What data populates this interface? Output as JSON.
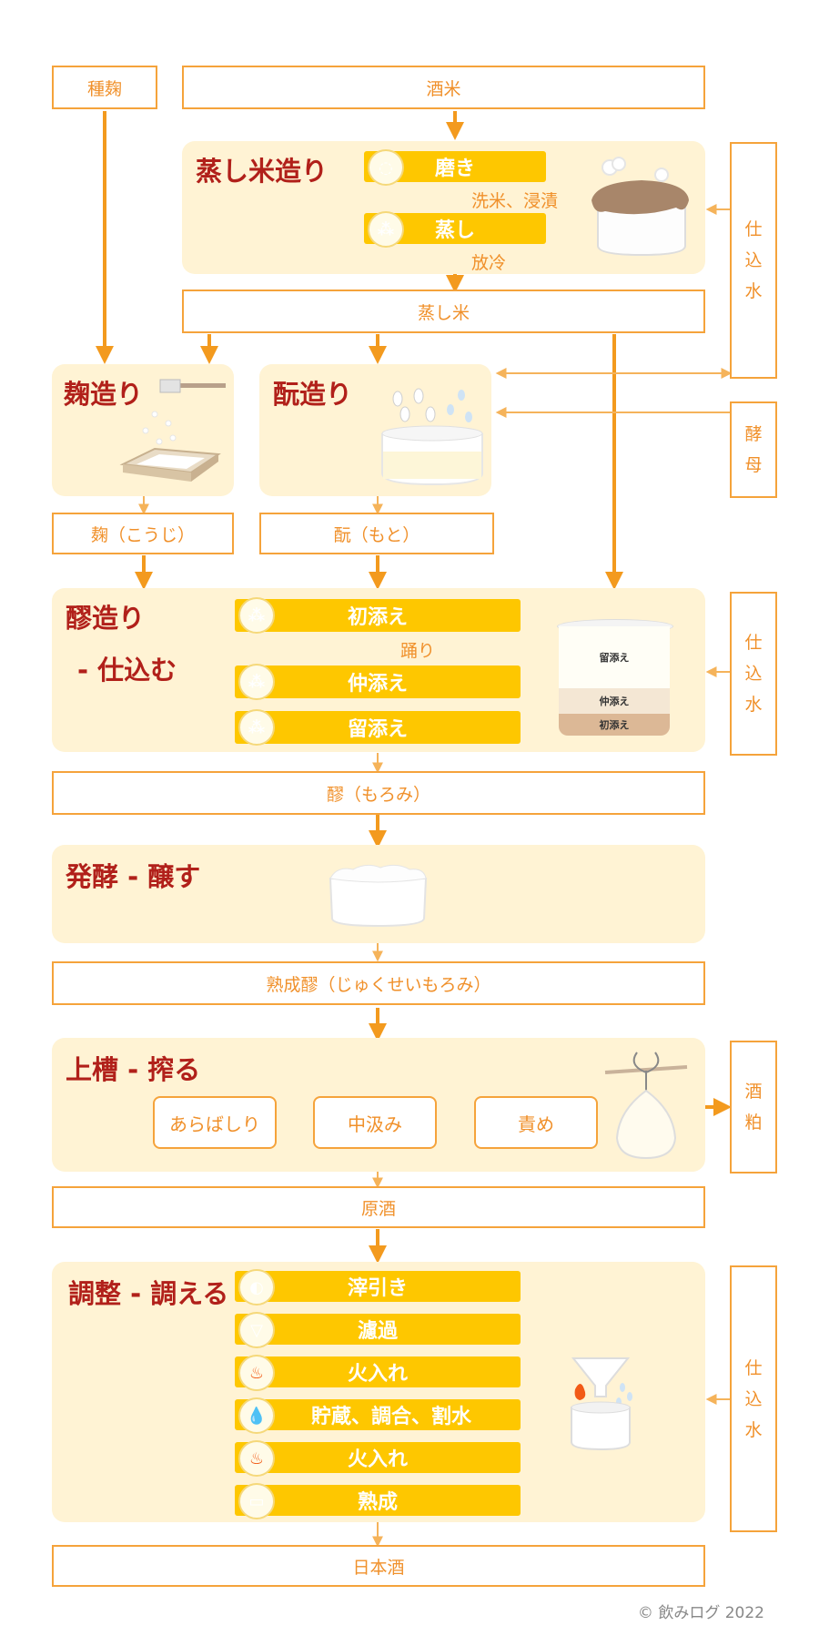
{
  "inputs": {
    "shukoji": "種麹",
    "sakamai": "酒米",
    "shikomimizu": [
      "仕",
      "込",
      "水"
    ],
    "kobo": [
      "酵",
      "母"
    ],
    "sakekasu": [
      "酒",
      "粕"
    ]
  },
  "mushimai_panel": {
    "title": "蒸し米造り",
    "steps": [
      "磨き",
      "蒸し"
    ],
    "notes": [
      "洗米、浸漬",
      "放冷"
    ]
  },
  "intermediates": {
    "mushimai": "蒸し米",
    "koji": "麹（こうじ）",
    "moto": "酛（もと）",
    "moromi": "醪（もろみ）",
    "jukusei_moromi": "熟成醪（じゅくせいもろみ）",
    "genshu": "原酒",
    "nihonshu": "日本酒"
  },
  "koji_panel": {
    "title": "麹造り"
  },
  "moto_panel": {
    "title": "酛造り"
  },
  "moromi_panel": {
    "title": "醪造り",
    "subtitle": "- 仕込む",
    "steps": [
      "初添え",
      "仲添え",
      "留添え"
    ],
    "note": "踊り",
    "tank_labels": [
      "留添え",
      "仲添え",
      "初添え"
    ]
  },
  "hakko_panel": {
    "title": "発酵 - 醸す"
  },
  "josou_panel": {
    "title": "上槽 - 搾る",
    "options": [
      "あらばしり",
      "中汲み",
      "責め"
    ]
  },
  "chousei_panel": {
    "title": "調整 - 調える",
    "steps": [
      "滓引き",
      "濾過",
      "火入れ",
      "貯蔵、調合、割水",
      "火入れ",
      "熟成"
    ]
  },
  "copyright": "© 飲みログ 2022",
  "colors": {
    "accent": "#f5a33b",
    "arrow": "#f39a1e",
    "panel": "#fff3d4",
    "step": "#fec700",
    "title": "#b1201a"
  },
  "icons": {
    "polish": "rice-grain-icon",
    "steam": "rice-icon",
    "soe": "rice-water-icon",
    "oribiki": "sediment-icon",
    "filter": "funnel-icon",
    "fire": "fire-icon",
    "water": "water-drop-icon",
    "mature": "tank-icon"
  }
}
